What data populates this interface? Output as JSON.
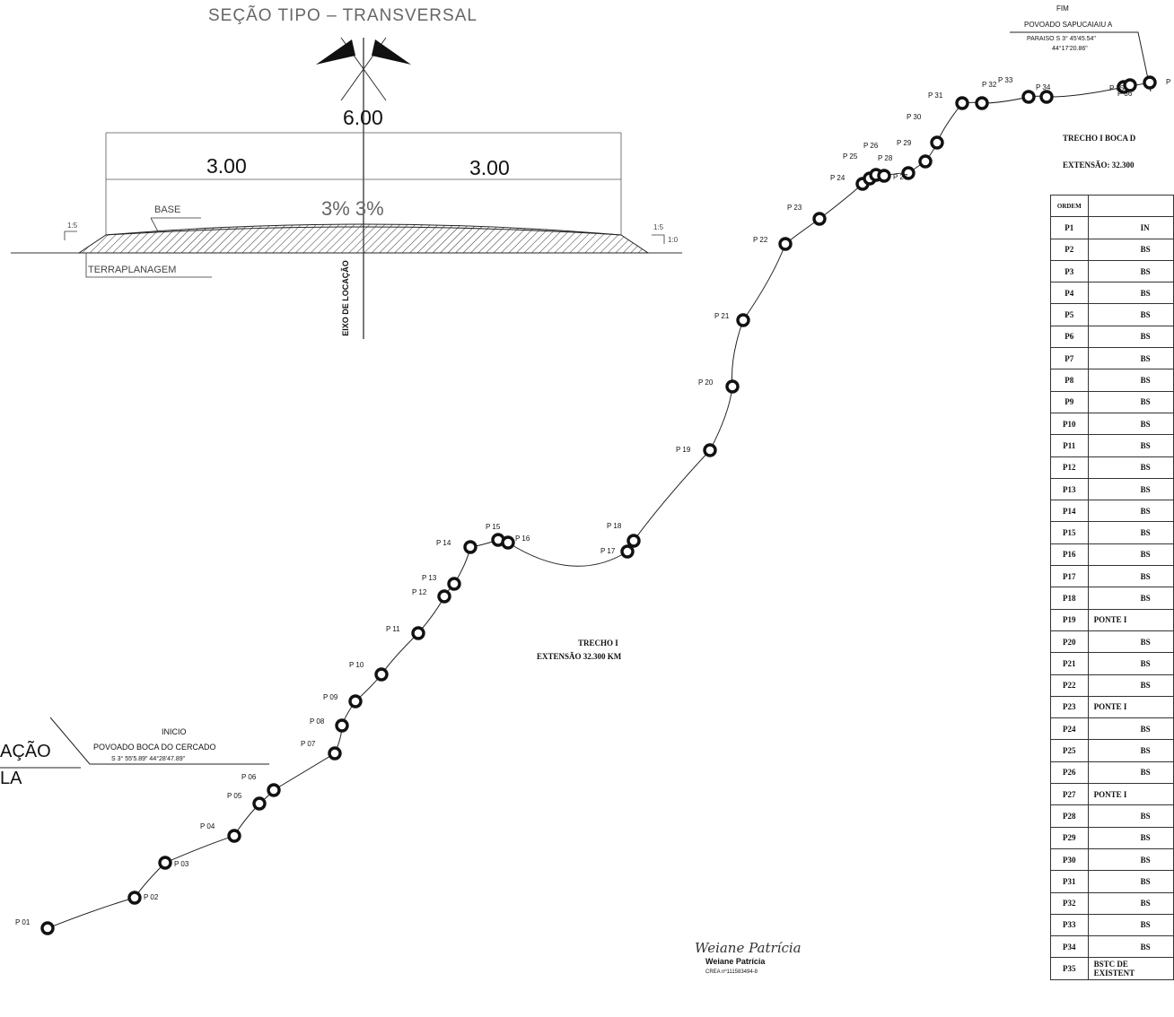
{
  "section": {
    "title": "SEÇÃO TIPO – TRANSVERSAL",
    "total_width": "6.00",
    "left_width": "3.00",
    "right_width": "3.00",
    "slope": "3% 3%",
    "base_label": "BASE",
    "earthwork_label": "TERRAPLANAGEM",
    "axis_label": "EIXO DE LOCAÇÃO",
    "left_ratio": "1:5",
    "right_ratio_a": "1:5",
    "right_ratio_b": "1:0"
  },
  "map": {
    "start_title": "INICIO",
    "start_place": "POVOADO BOCA DO CERCADO",
    "start_coords": "S 3° 55'5.89\" 44°28'47.89\"",
    "end_title": "FIM",
    "end_place": "POVOADO SAPUCAIAIU A",
    "end_coords_a": "PARAISO S 3° 45'45.54\"",
    "end_coords_b": "44°17'20.86\"",
    "trecho_center_a": "TRECHO I",
    "trecho_center_b": "EXTENSÃO 32.300 KM",
    "trecho_right_a": "TRECHO I BOCA D",
    "trecho_right_b": "EXTENSÃO: 32.300",
    "left_cut_a": "AÇÃO",
    "left_cut_b": "LA"
  },
  "points": [
    {
      "label": "P 01"
    },
    {
      "label": "P 02"
    },
    {
      "label": "P 03"
    },
    {
      "label": "P 04"
    },
    {
      "label": "P 05"
    },
    {
      "label": "P 06"
    },
    {
      "label": "P 07"
    },
    {
      "label": "P 08"
    },
    {
      "label": "P 09"
    },
    {
      "label": "P 10"
    },
    {
      "label": "P 11"
    },
    {
      "label": "P 12"
    },
    {
      "label": "P 13"
    },
    {
      "label": "P 14"
    },
    {
      "label": "P 15"
    },
    {
      "label": "P 16"
    },
    {
      "label": "P 17"
    },
    {
      "label": "P 18"
    },
    {
      "label": "P 19"
    },
    {
      "label": "P 20"
    },
    {
      "label": "P 21"
    },
    {
      "label": "P 22"
    },
    {
      "label": "P 23"
    },
    {
      "label": "P 24"
    },
    {
      "label": "P 25"
    },
    {
      "label": "P 26"
    },
    {
      "label": "P 27"
    },
    {
      "label": "P 28"
    },
    {
      "label": "P 29"
    },
    {
      "label": "P 30"
    },
    {
      "label": "P 31"
    },
    {
      "label": "P 32"
    },
    {
      "label": "P 33"
    },
    {
      "label": "P 34"
    },
    {
      "label": "P 35"
    },
    {
      "label": "P 36"
    },
    {
      "label": "P"
    }
  ],
  "table": {
    "header": [
      "ORDEM",
      ""
    ],
    "rows": [
      [
        "P1",
        "IN"
      ],
      [
        "P2",
        "BS"
      ],
      [
        "P3",
        "BS"
      ],
      [
        "P4",
        "BS"
      ],
      [
        "P5",
        "BS"
      ],
      [
        "P6",
        "BS"
      ],
      [
        "P7",
        "BS"
      ],
      [
        "P8",
        "BS"
      ],
      [
        "P9",
        "BS"
      ],
      [
        "P10",
        "BS"
      ],
      [
        "P11",
        "BS"
      ],
      [
        "P12",
        "BS"
      ],
      [
        "P13",
        "BS"
      ],
      [
        "P14",
        "BS"
      ],
      [
        "P15",
        "BS"
      ],
      [
        "P16",
        "BS"
      ],
      [
        "P17",
        "BS"
      ],
      [
        "P18",
        "BS"
      ],
      [
        "P19",
        "PONTE I"
      ],
      [
        "P20",
        "BS"
      ],
      [
        "P21",
        "BS"
      ],
      [
        "P22",
        "BS"
      ],
      [
        "P23",
        "PONTE I"
      ],
      [
        "P24",
        "BS"
      ],
      [
        "P25",
        "BS"
      ],
      [
        "P26",
        "BS"
      ],
      [
        "P27",
        "PONTE I"
      ],
      [
        "P28",
        "BS"
      ],
      [
        "P29",
        "BS"
      ],
      [
        "P30",
        "BS"
      ],
      [
        "P31",
        "BS"
      ],
      [
        "P32",
        "BS"
      ],
      [
        "P33",
        "BS"
      ],
      [
        "P34",
        "BS"
      ],
      [
        "P35",
        "BSTC DE EXISTENT"
      ]
    ]
  },
  "signature": {
    "script": "Weiane Patrícia",
    "name": "Weiane Patrícia",
    "crea": "CREA nº111583494-8"
  }
}
